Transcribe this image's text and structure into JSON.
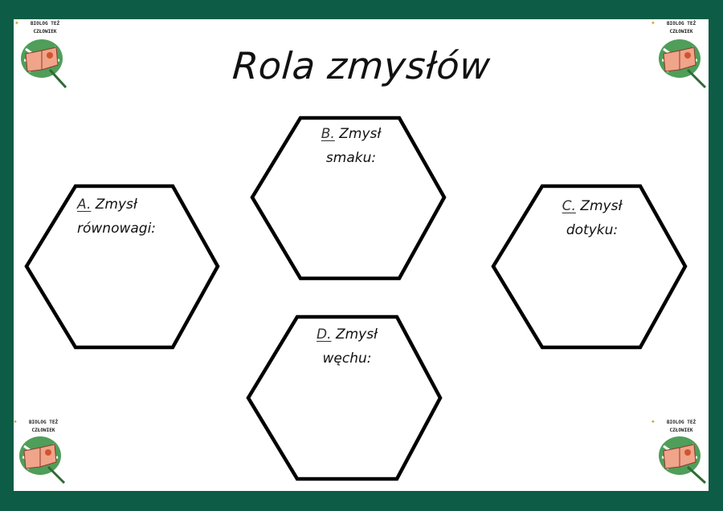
{
  "document": {
    "title": "Rola zmysłów",
    "colors": {
      "border": "#0d5c45",
      "page": "#ffffff",
      "hex_stroke": "#000000",
      "text": "#111111"
    },
    "logo": {
      "line1": "BIOLOG TEŻ",
      "line2": "CZŁOWIEK",
      "icon": "monstera-leaf-book-icon"
    },
    "hexagons": [
      {
        "letter": "A.",
        "line1": "Zmysł",
        "line2": "równowagi:"
      },
      {
        "letter": "B.",
        "line1": "Zmysł",
        "line2": "smaku:"
      },
      {
        "letter": "C.",
        "line1": "Zmysł",
        "line2": "dotyku:"
      },
      {
        "letter": "D.",
        "line1": "Zmysł",
        "line2": "węchu:"
      }
    ]
  }
}
